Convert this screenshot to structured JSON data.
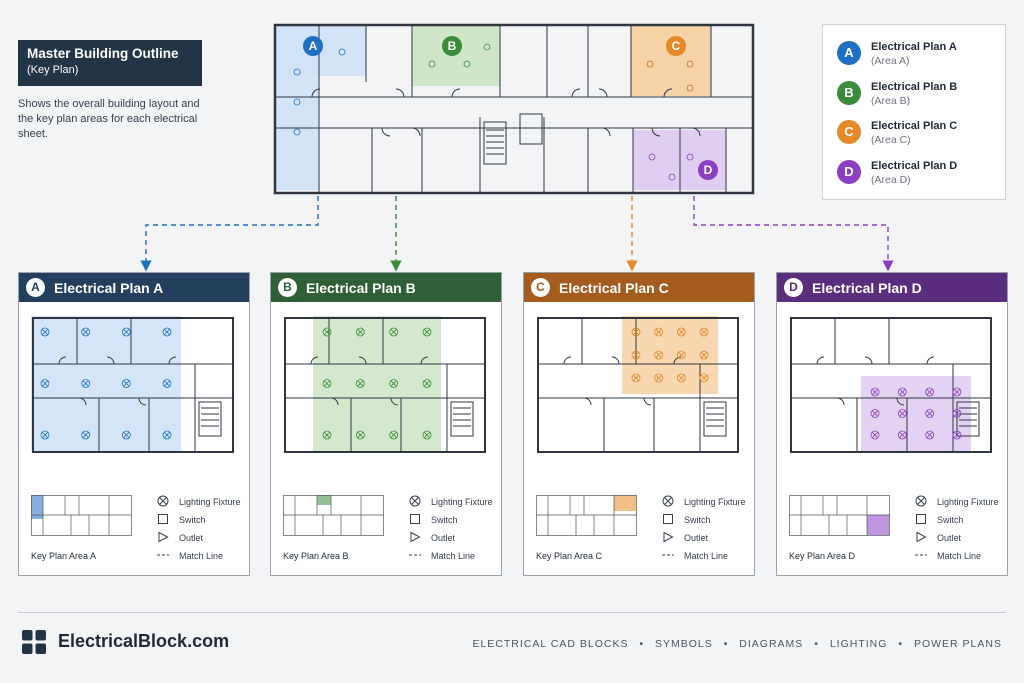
{
  "master": {
    "title": "Master Building Outline",
    "subtitle": "(Key Plan)",
    "description": "Shows the overall building layout and the key plan areas for each electrical sheet."
  },
  "areas": [
    {
      "letter": "A",
      "title": "Electrical Plan A",
      "area": "(Area A)",
      "color": "#1f6fc3",
      "header": "#243f5e",
      "key_label": "Key Plan Area A",
      "fill": "#cfe2f8"
    },
    {
      "letter": "B",
      "title": "Electrical Plan B",
      "area": "(Area B)",
      "color": "#3a8b3a",
      "header": "#2f5f35",
      "key_label": "Key Plan Area B",
      "fill": "#cfe6c9"
    },
    {
      "letter": "C",
      "title": "Electrical Plan C",
      "area": "(Area C)",
      "color": "#e6892a",
      "header": "#a55a1e",
      "key_label": "Key Plan Area C",
      "fill": "#f8d3a7"
    },
    {
      "letter": "D",
      "title": "Electrical Plan D",
      "area": "(Area D)",
      "color": "#8a3fc2",
      "header": "#5b2e7d",
      "key_label": "Key Plan Area D",
      "fill": "#e0cdf2"
    }
  ],
  "symbols": {
    "lighting": "Lighting Fixture",
    "switch": "Switch",
    "outlet": "Outlet",
    "match": "Match Line"
  },
  "icons": [
    "lighting-fixture-icon",
    "switch-icon",
    "outlet-icon",
    "match-line-icon",
    "brand-grid-icon"
  ],
  "footer": {
    "brand": "ElectricalBlock.com",
    "tags": [
      "ELECTRICAL CAD BLOCKS",
      "SYMBOLS",
      "DIAGRAMS",
      "LIGHTING",
      "POWER PLANS"
    ],
    "separator": "•"
  }
}
